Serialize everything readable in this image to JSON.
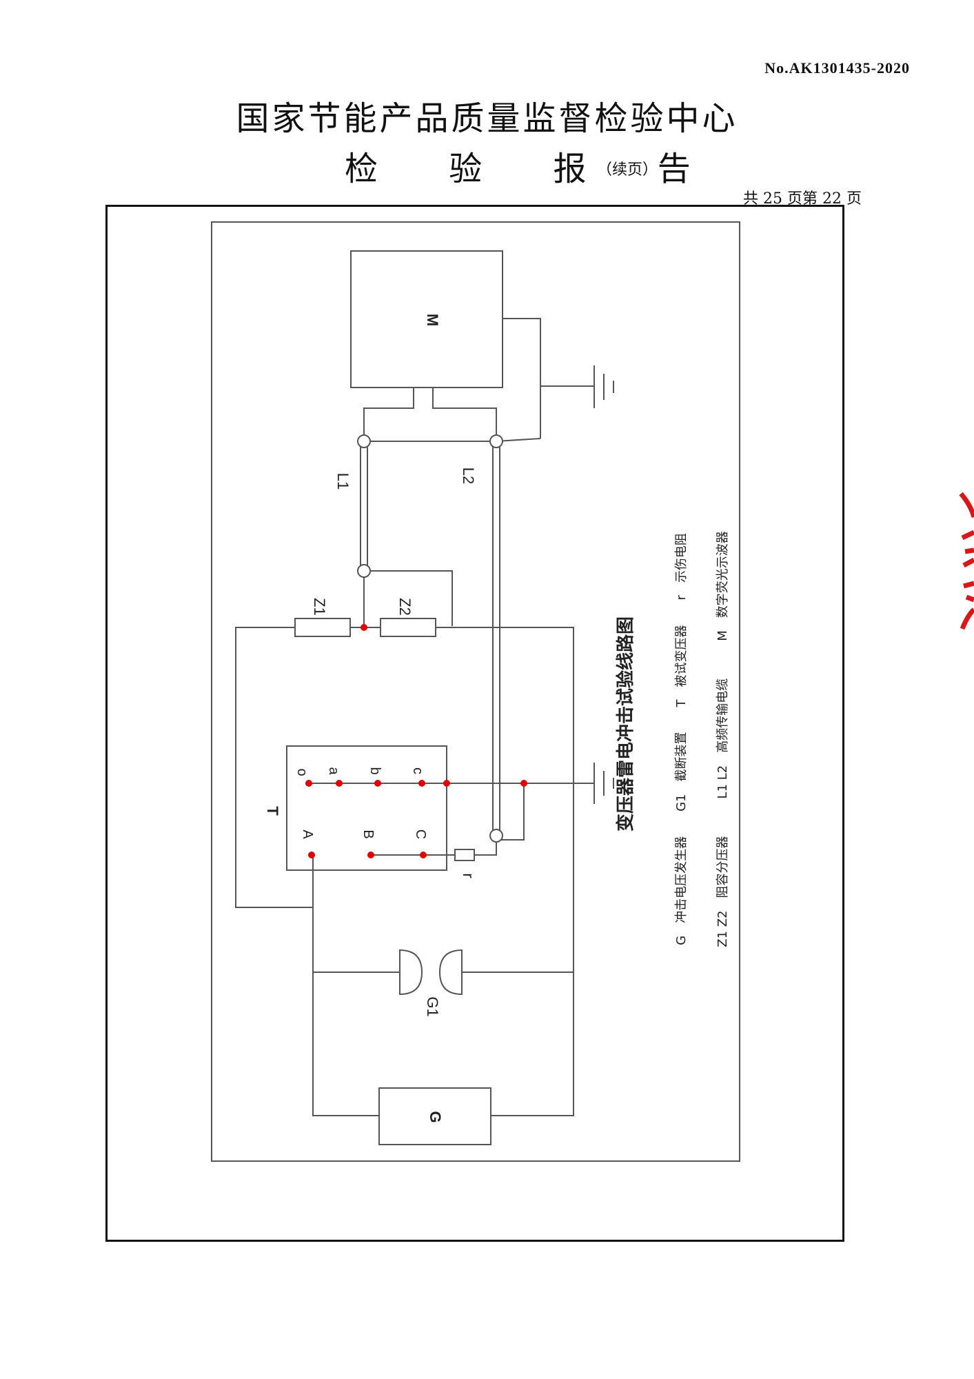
{
  "header": {
    "report_no": "No.AK1301435-2020",
    "org_title": "国家节能产品质量监督检验中心",
    "report_title": "检 验 报 告",
    "report_suffix": "（续页）",
    "page_count": "共 25 页第 22 页"
  },
  "diagram": {
    "title": "变压器雷电冲击试验线路图",
    "labels": {
      "M": "M",
      "G": "G",
      "T": "T",
      "L1": "L1",
      "L2": "L2",
      "Z1": "Z1",
      "Z2": "Z2",
      "G1": "G1",
      "r": "r",
      "A": "A",
      "B": "B",
      "C": "C",
      "o": "o",
      "a": "a",
      "b": "b",
      "c": "c"
    },
    "legend": [
      "G　冲击电压发生器　　G1　截断装置　　T　被试变压器　　r　示伤电阻",
      "Z1 Z2　阻容分压器　　　L1 L2　高频传输电缆　　　M　数字荧光示波器"
    ],
    "colors": {
      "line": "#555555",
      "node": "#e00000",
      "stamp": "#d81818"
    }
  }
}
